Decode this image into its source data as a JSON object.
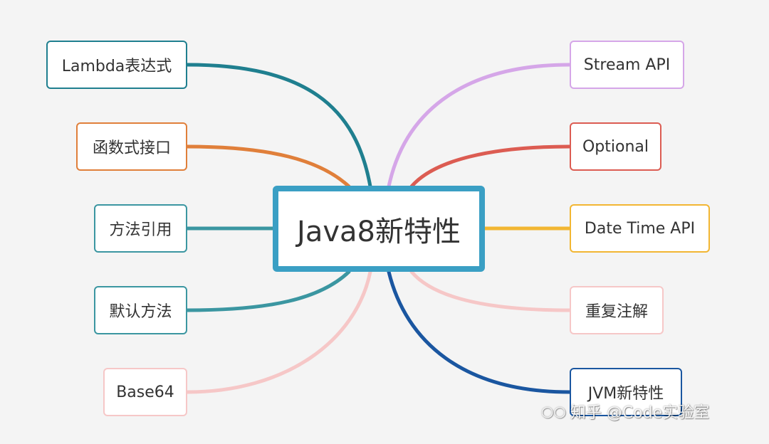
{
  "center": {
    "label": "Java8新特性",
    "color": "#3a9fc4"
  },
  "left_topics": [
    {
      "label": "Lambda表达式",
      "color": "#1f7f8f"
    },
    {
      "label": "函数式接口",
      "color": "#e07f3a"
    },
    {
      "label": "方法引用",
      "color": "#3b96a1"
    },
    {
      "label": "默认方法",
      "color": "#3b96a1"
    },
    {
      "label": "Base64",
      "color": "#f6c7c7"
    }
  ],
  "right_topics": [
    {
      "label": "Stream API",
      "color": "#d5a6e8"
    },
    {
      "label": "Optional",
      "color": "#dc5c52"
    },
    {
      "label": "Date Time API",
      "color": "#f2b632"
    },
    {
      "label": "重复注解",
      "color": "#f6c7c7"
    },
    {
      "label": "JVM新特性",
      "color": "#1a56a0"
    }
  ],
  "watermark": {
    "text": "知乎 @Code实验室",
    "icon": "wechat-icon"
  }
}
